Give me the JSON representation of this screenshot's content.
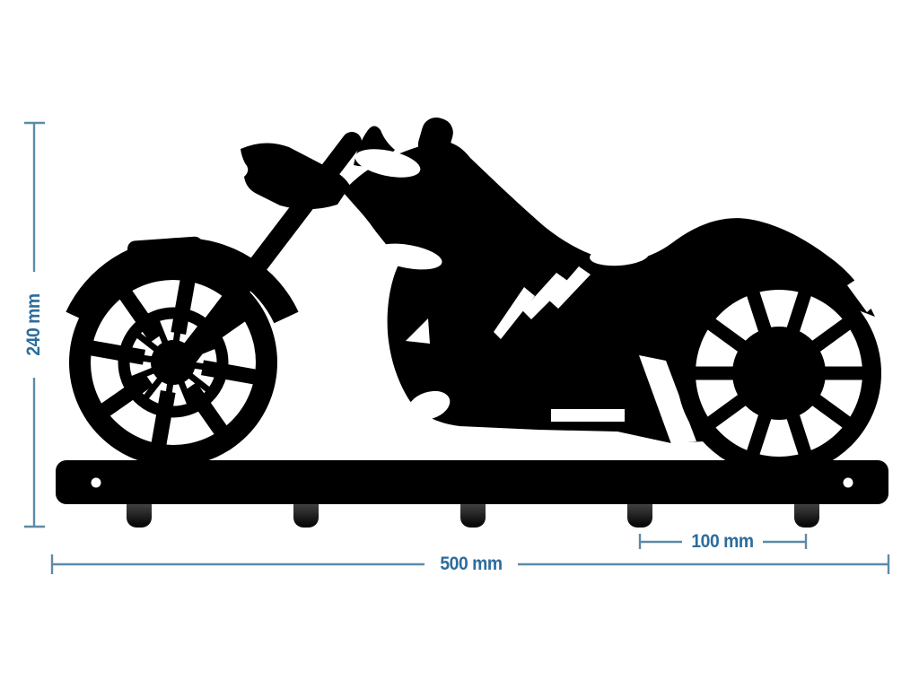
{
  "annotations": {
    "height": {
      "label": "240 mm"
    },
    "width": {
      "label": "500 mm"
    },
    "hook_spacing": {
      "label": "100 mm"
    }
  },
  "colors": {
    "background": "#ffffff",
    "silhouette": "#000000",
    "dimension_line": "#5d8aa8",
    "dimension_text": "#2c6c9c",
    "hook_gradient_top": "#787878",
    "hook_gradient_bottom": "#0a0a0a"
  },
  "artwork": {
    "subject": "chopper-motorcycle-silhouette-key-rack",
    "hook_count": 5,
    "screw_hole_count": 2,
    "front_wheel_outer_spokes": 8,
    "front_wheel_inner_spokes": 12,
    "rear_wheel_slots": 10
  }
}
